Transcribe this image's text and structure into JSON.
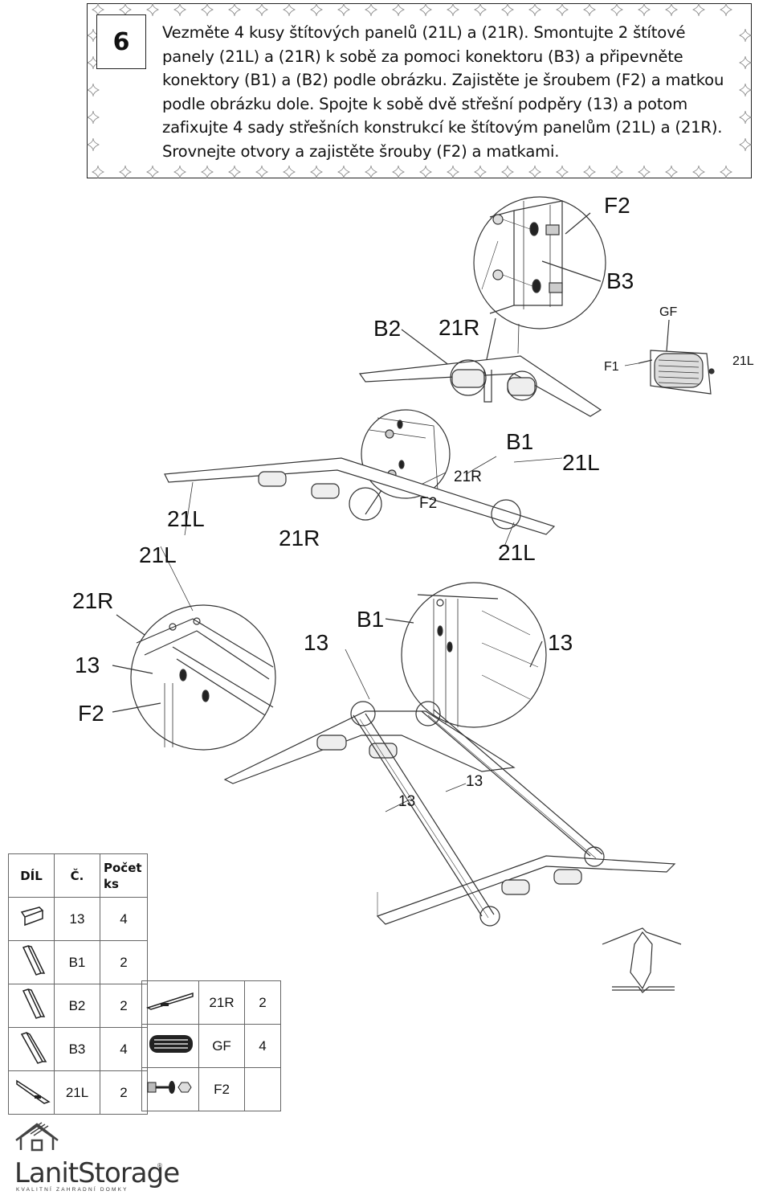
{
  "step": {
    "number": "6",
    "instruction": "Vezměte 4 kusy štítových panelů (21L) a (21R). Smontujte 2 štítové panely (21L) a (21R) k sobě za pomoci konektoru (B3) a připevněte konektory (B1) a (B2) podle obrázku. Zajistěte je šroubem (F2) a matkou podle obrázku dole. Spojte k sobě dvě střešní podpěry (13) a potom zafixujte 4 sady střešních konstrukcí ke štítovým panelům (21L) a (21R). Srovnejte otvory a zajistěte šrouby (F2) a matkami."
  },
  "callouts": {
    "top_f2": "F2",
    "top_b3": "B3",
    "top_gf": "GF",
    "top_f1": "F1",
    "top_21l": "21L",
    "top_b2": "B2",
    "top_21r": "21R",
    "mid_b1": "B1",
    "mid_21l_right": "21L",
    "mid_21r_small": "21R",
    "mid_f2_small": "F2",
    "mid_21l_a": "21L",
    "mid_21l_b": "21L",
    "mid_21r": "21R",
    "mid_21l_c": "21L",
    "left_21r": "21R",
    "left_13": "13",
    "left_f2": "F2",
    "center_13": "13",
    "center_b1": "B1",
    "right_13": "13",
    "bottom_13_a": "13",
    "bottom_13_b": "13"
  },
  "parts_table": {
    "headers": {
      "part": "DÍL",
      "number": "Č.",
      "count": "Počet ks"
    },
    "rows": [
      {
        "number": "13",
        "count": "4",
        "icon": "roof-support-icon"
      },
      {
        "number": "B1",
        "count": "2",
        "icon": "connector-b1-icon"
      },
      {
        "number": "B2",
        "count": "2",
        "icon": "connector-b2-icon"
      },
      {
        "number": "B3",
        "count": "4",
        "icon": "connector-b3-icon"
      },
      {
        "number": "21L",
        "count": "2",
        "icon": "gable-panel-left-icon"
      }
    ],
    "extra_rows": [
      {
        "number": "21R",
        "count": "2",
        "icon": "gable-panel-right-icon"
      },
      {
        "number": "GF",
        "count": "4",
        "icon": "vent-grille-icon"
      },
      {
        "number": "F2",
        "count": "",
        "icon": "bolt-nut-icon"
      }
    ]
  },
  "logo": {
    "name": "LanitStorage",
    "tagline": "KVALITNÍ ZAHRADNÍ DOMKY",
    "reg": "®"
  }
}
